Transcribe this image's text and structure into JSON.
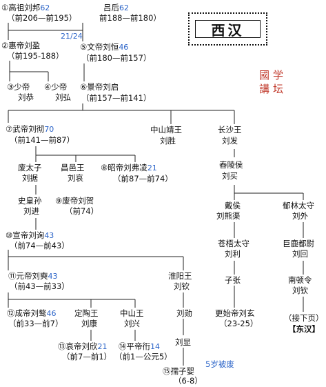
{
  "title": "西汉",
  "top_note": "21/24",
  "rulers": {
    "gaozu": {
      "label": "①高祖刘邦",
      "num": "62",
      "years": "（前206—前195）"
    },
    "lvhou": {
      "label": "吕后",
      "num": "62",
      "years": "前188—前180）"
    },
    "huidi": {
      "label": "②惠帝刘盈",
      "years": "（前195-188）"
    },
    "wendi": {
      "label": "⑤文帝刘恒",
      "num": "46",
      "years": "（前180—前157）"
    },
    "shaodi1": {
      "label": "③少帝",
      "name": "刘恭"
    },
    "shaodi2": {
      "label": "④少帝",
      "name": "刘弘"
    },
    "jingdi": {
      "label": "⑥景帝刘启",
      "years": "（前157—前141）"
    },
    "wudi": {
      "label": "⑦武帝刘彻",
      "num": "70",
      "years": "（前141—前87）"
    },
    "zhongshan_jing": {
      "label": "中山靖王",
      "name": "刘胜"
    },
    "changsha": {
      "label": "长沙王",
      "name": "刘发"
    },
    "feitaizi": {
      "label": "废太子",
      "name": "刘据"
    },
    "changyi": {
      "label": "昌邑王",
      "name": "刘哀"
    },
    "zhaodi": {
      "label": "⑧昭帝刘弗凌",
      "num": "21",
      "years": "（前87—前74）"
    },
    "chunling": {
      "label": "舂陵侯",
      "name": "刘买"
    },
    "shihuangsun": {
      "label": "史皇孙",
      "name": "刘进"
    },
    "feidi": {
      "label": "⑨废帝刘贺",
      "years": "（前74）"
    },
    "daihou": {
      "label": "戴侯",
      "name": "刘熊渠"
    },
    "yulin": {
      "label": "郁林太守",
      "name": "刘外"
    },
    "xuandi": {
      "label": "⑩宣帝刘询",
      "num": "43",
      "years": "（前74—前43）"
    },
    "cangwu": {
      "label": "苍梧太守",
      "name": "刘利"
    },
    "julu": {
      "label": "巨鹿都尉",
      "name": "刘回"
    },
    "zizhang": {
      "label": "子张"
    },
    "nandun": {
      "label": "南顿令",
      "name": "刘钦"
    },
    "yuandi": {
      "label": "⑪元帝刘奭",
      "num": "43",
      "years": "（前43—前33）"
    },
    "huaiyang": {
      "label": "淮阳王",
      "name": "刘钦"
    },
    "chengdi": {
      "label": "⑫成帝刘骜",
      "num": "46",
      "years": "（前33—前7）"
    },
    "dingtao": {
      "label": "定陶王",
      "name": "刘康"
    },
    "zhongshan": {
      "label": "中山王",
      "name": "刘兴"
    },
    "liuxun": {
      "label": "刘勋"
    },
    "gengshi": {
      "label": "更始帝刘玄",
      "years": "（23-25）"
    },
    "next_page": {
      "line1": "（接下页）",
      "line2": "【东汉】"
    },
    "aidi": {
      "label": "⑬哀帝刘欣",
      "num": "21",
      "years": "（前7—前1）"
    },
    "pingdi": {
      "label": "⑭平帝衎",
      "num": "14",
      "years": "（前1—公元5）"
    },
    "liuxian": {
      "label": "刘显"
    },
    "ruzi": {
      "label": "⑮孺子婴",
      "years": "（6-8）",
      "note": "5岁被废"
    }
  },
  "colors": {
    "blue": "#2a63c8",
    "seal": "#c0392b",
    "text": "#111111"
  }
}
